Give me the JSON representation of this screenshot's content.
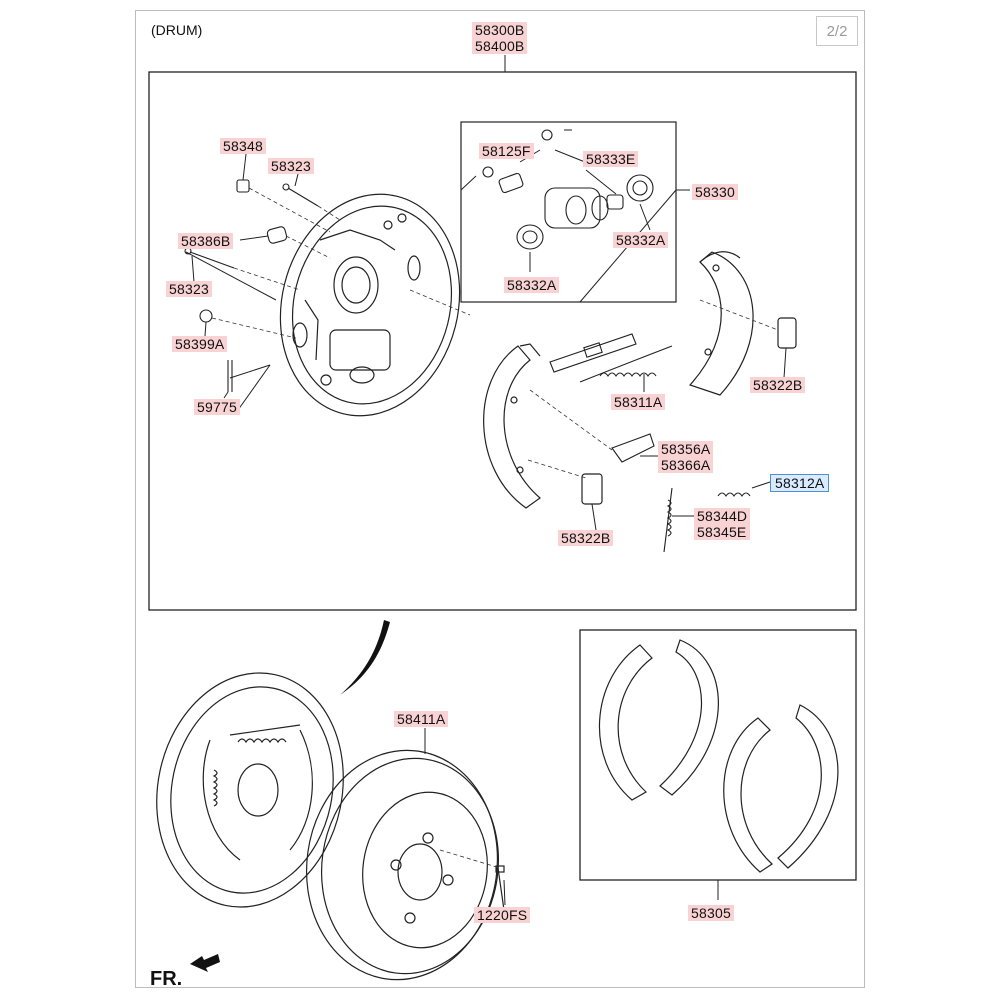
{
  "header": {
    "drum_label": "(DRUM)",
    "page_indicator": "2/2"
  },
  "callouts": {
    "assembly": "58300B\n58400B",
    "p58348": "58348",
    "p58323_top": "58323",
    "p58386b": "58386B",
    "p58323_left": "58323",
    "p58399a": "58399A",
    "p59775": "59775",
    "p58125f": "58125F",
    "p58333e": "58333E",
    "p58330": "58330",
    "p58332a_right": "58332A",
    "p58332a_bottom": "58332A",
    "p58311a": "58311A",
    "p58322b_right": "58322B",
    "p58356a": "58356A\n58366A",
    "p58312a": "58312A",
    "p58344d": "58344D\n58345E",
    "p58322b_bottom": "58322B",
    "p58411a": "58411A",
    "p1220fs": "1220FS",
    "p58305": "58305"
  },
  "footer": {
    "front_label": "FR."
  },
  "icons": {
    "front_arrow": "arrow-icon"
  },
  "colors": {
    "callout_bg": "#f9d3d3",
    "highlight_bg": "#d9ecff",
    "highlight_border": "#4f8fd9"
  }
}
